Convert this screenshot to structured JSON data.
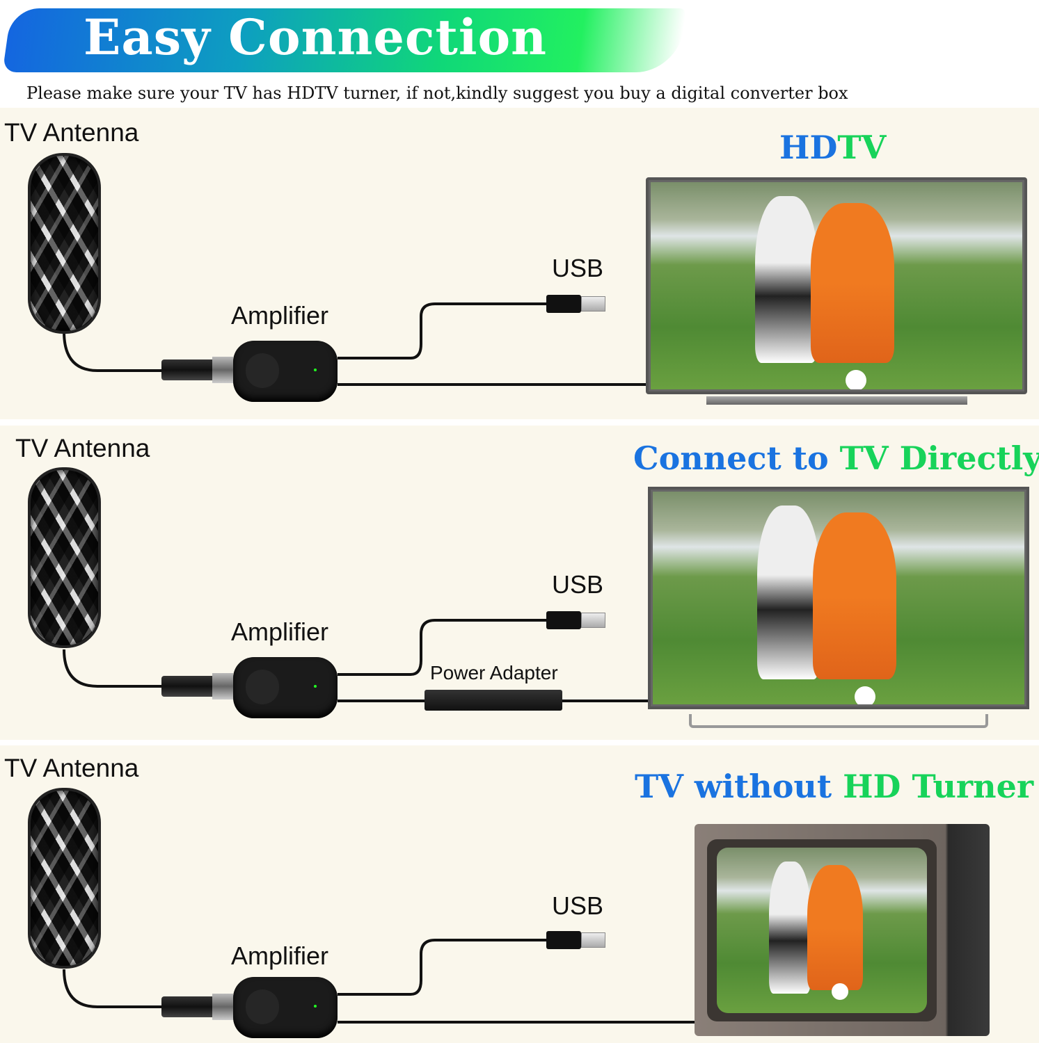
{
  "header": {
    "title": "Easy Connection",
    "subtitle": "Please make sure your TV has HDTV turner, if not,kindly suggest you buy a digital converter box"
  },
  "panels": [
    {
      "antenna_label": "TV Antenna",
      "amplifier_label": "Amplifier",
      "usb_label": "USB",
      "heading": {
        "blue": "HD",
        "green": "TV"
      }
    },
    {
      "antenna_label": "TV Antenna",
      "amplifier_label": "Amplifier",
      "usb_label": "USB",
      "power_label": "Power Adapter",
      "heading": {
        "blue": "Connect to ",
        "green": "TV Directly"
      }
    },
    {
      "antenna_label": "TV Antenna",
      "amplifier_label": "Amplifier",
      "usb_label": "USB",
      "heading": {
        "blue": "TV without ",
        "green": "HD Turner"
      }
    }
  ],
  "colors": {
    "blue": "#1a73e0",
    "green": "#17d35a",
    "background": "#faf7ec"
  }
}
